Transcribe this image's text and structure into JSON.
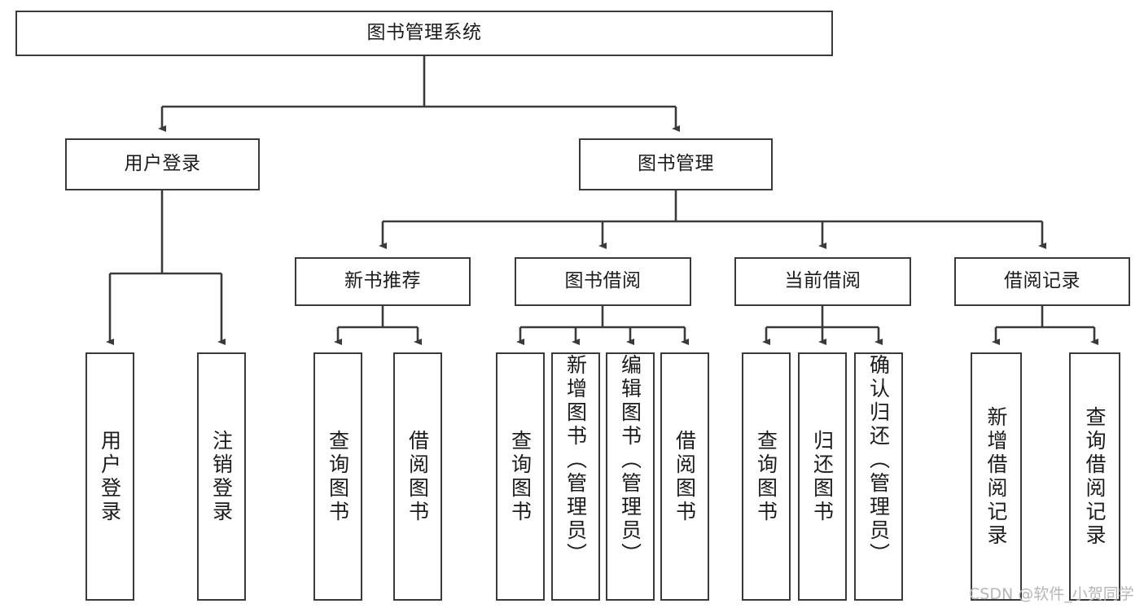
{
  "diagram": {
    "title": "图书管理系统",
    "type": "tree-hierarchy-chart",
    "watermark": "CSDN @软件_小贺同学",
    "line_color": "#3a3a3a",
    "box_fill": "#ffffff",
    "text_color": "#1b1b1b",
    "watermark_color": "#b6b6b6"
  },
  "nodes": {
    "root": {
      "label": "图书管理系统"
    },
    "level2": [
      {
        "label": "用户登录"
      },
      {
        "label": "图书管理"
      }
    ],
    "level3": [
      {
        "label": "新书推荐"
      },
      {
        "label": "图书借阅"
      },
      {
        "label": "当前借阅"
      },
      {
        "label": "借阅记录"
      }
    ],
    "leaves": {
      "user_login": [
        {
          "label": "用户登录"
        },
        {
          "label": "注销登录"
        }
      ],
      "new_book_recommend": [
        {
          "label": "查询图书"
        },
        {
          "label": "借阅图书"
        }
      ],
      "book_borrow": [
        {
          "label": "查询图书"
        },
        {
          "label": "新增图书（管理员）"
        },
        {
          "label": "编辑图书（管理员）"
        },
        {
          "label": "借阅图书"
        }
      ],
      "current_borrow": [
        {
          "label": "查询图书"
        },
        {
          "label": "归还图书"
        },
        {
          "label": "确认归还（管理员）"
        }
      ],
      "borrow_record": [
        {
          "label": "新增借阅记录"
        },
        {
          "label": "查询借阅记录"
        }
      ]
    }
  }
}
